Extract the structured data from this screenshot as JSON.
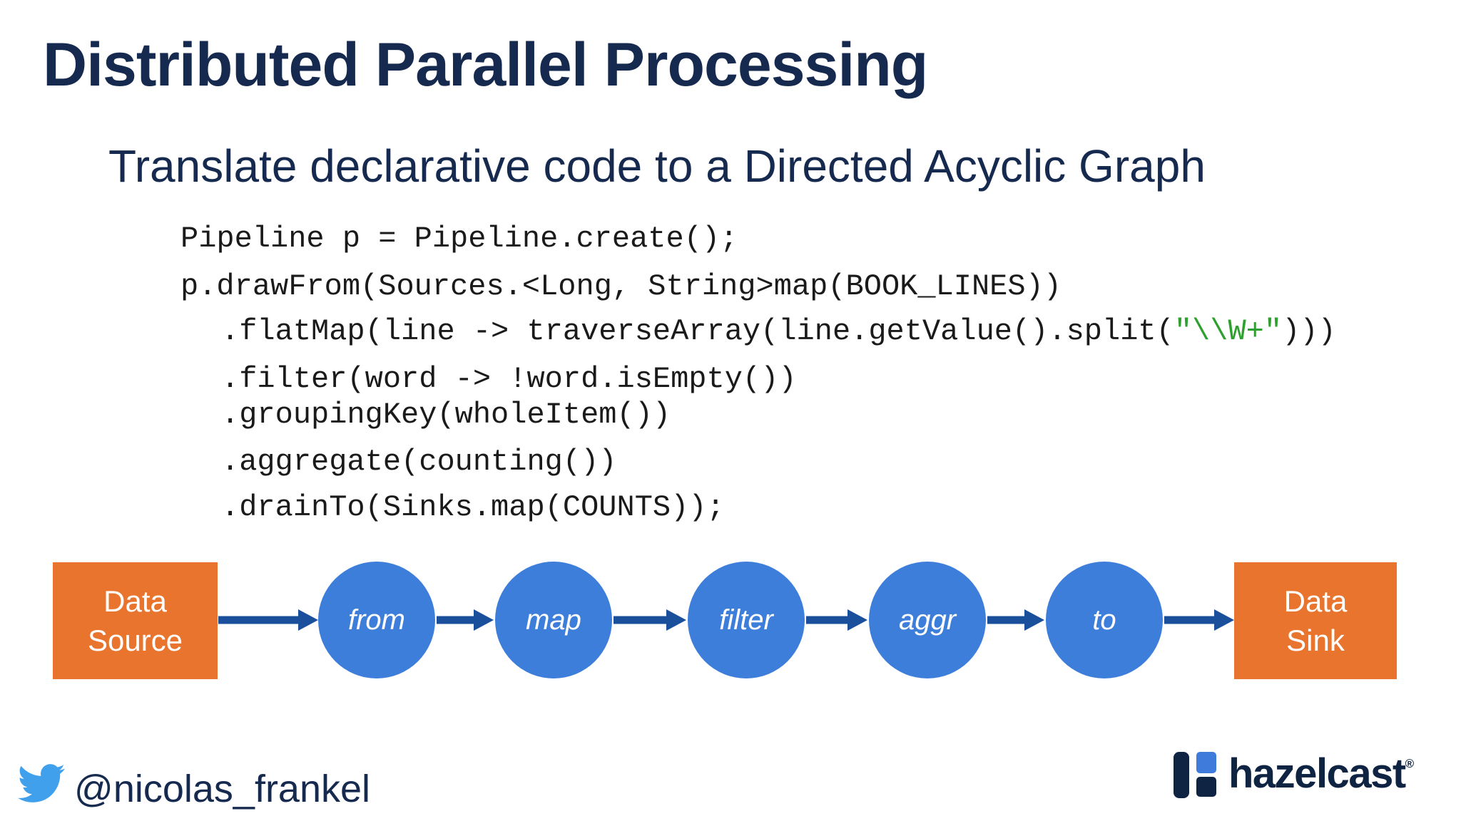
{
  "slide": {
    "title": "Distributed Parallel Processing",
    "subtitle": "Translate declarative code to a Directed Acyclic Graph"
  },
  "code": {
    "line1": "Pipeline p = Pipeline.create();",
    "line2": "p.drawFrom(Sources.<Long, String>map(BOOK_LINES))",
    "line3_pre": ".flatMap(line -> traverseArray(line.getValue().split(",
    "line3_string": "\"\\\\W+\"",
    "line3_post": ")))",
    "line4": ".filter(word -> !word.isEmpty())",
    "line5": ".groupingKey(wholeItem())",
    "line6": ".aggregate(counting())",
    "line7": ".drainTo(Sinks.map(COUNTS));"
  },
  "diagram": {
    "source_label": "Data\nSource",
    "sink_label": "Data\nSink",
    "nodes": [
      {
        "label": "from"
      },
      {
        "label": "map"
      },
      {
        "label": "filter"
      },
      {
        "label": "aggr"
      },
      {
        "label": "to"
      }
    ]
  },
  "footer": {
    "twitter_handle": "@nicolas_frankel",
    "logo_text": "hazelcast",
    "registered_mark": "®"
  },
  "colors": {
    "navy_text": "#16294E",
    "code_text": "#1A1A1A",
    "string_green": "#2EA02F",
    "box_orange": "#E8742D",
    "node_blue": "#3D7EDB",
    "arrow_navy": "#1A4F9C",
    "twitter_blue": "#41A0EC",
    "logo_dark": "#0F2342",
    "logo_blue": "#3E7BDB"
  }
}
